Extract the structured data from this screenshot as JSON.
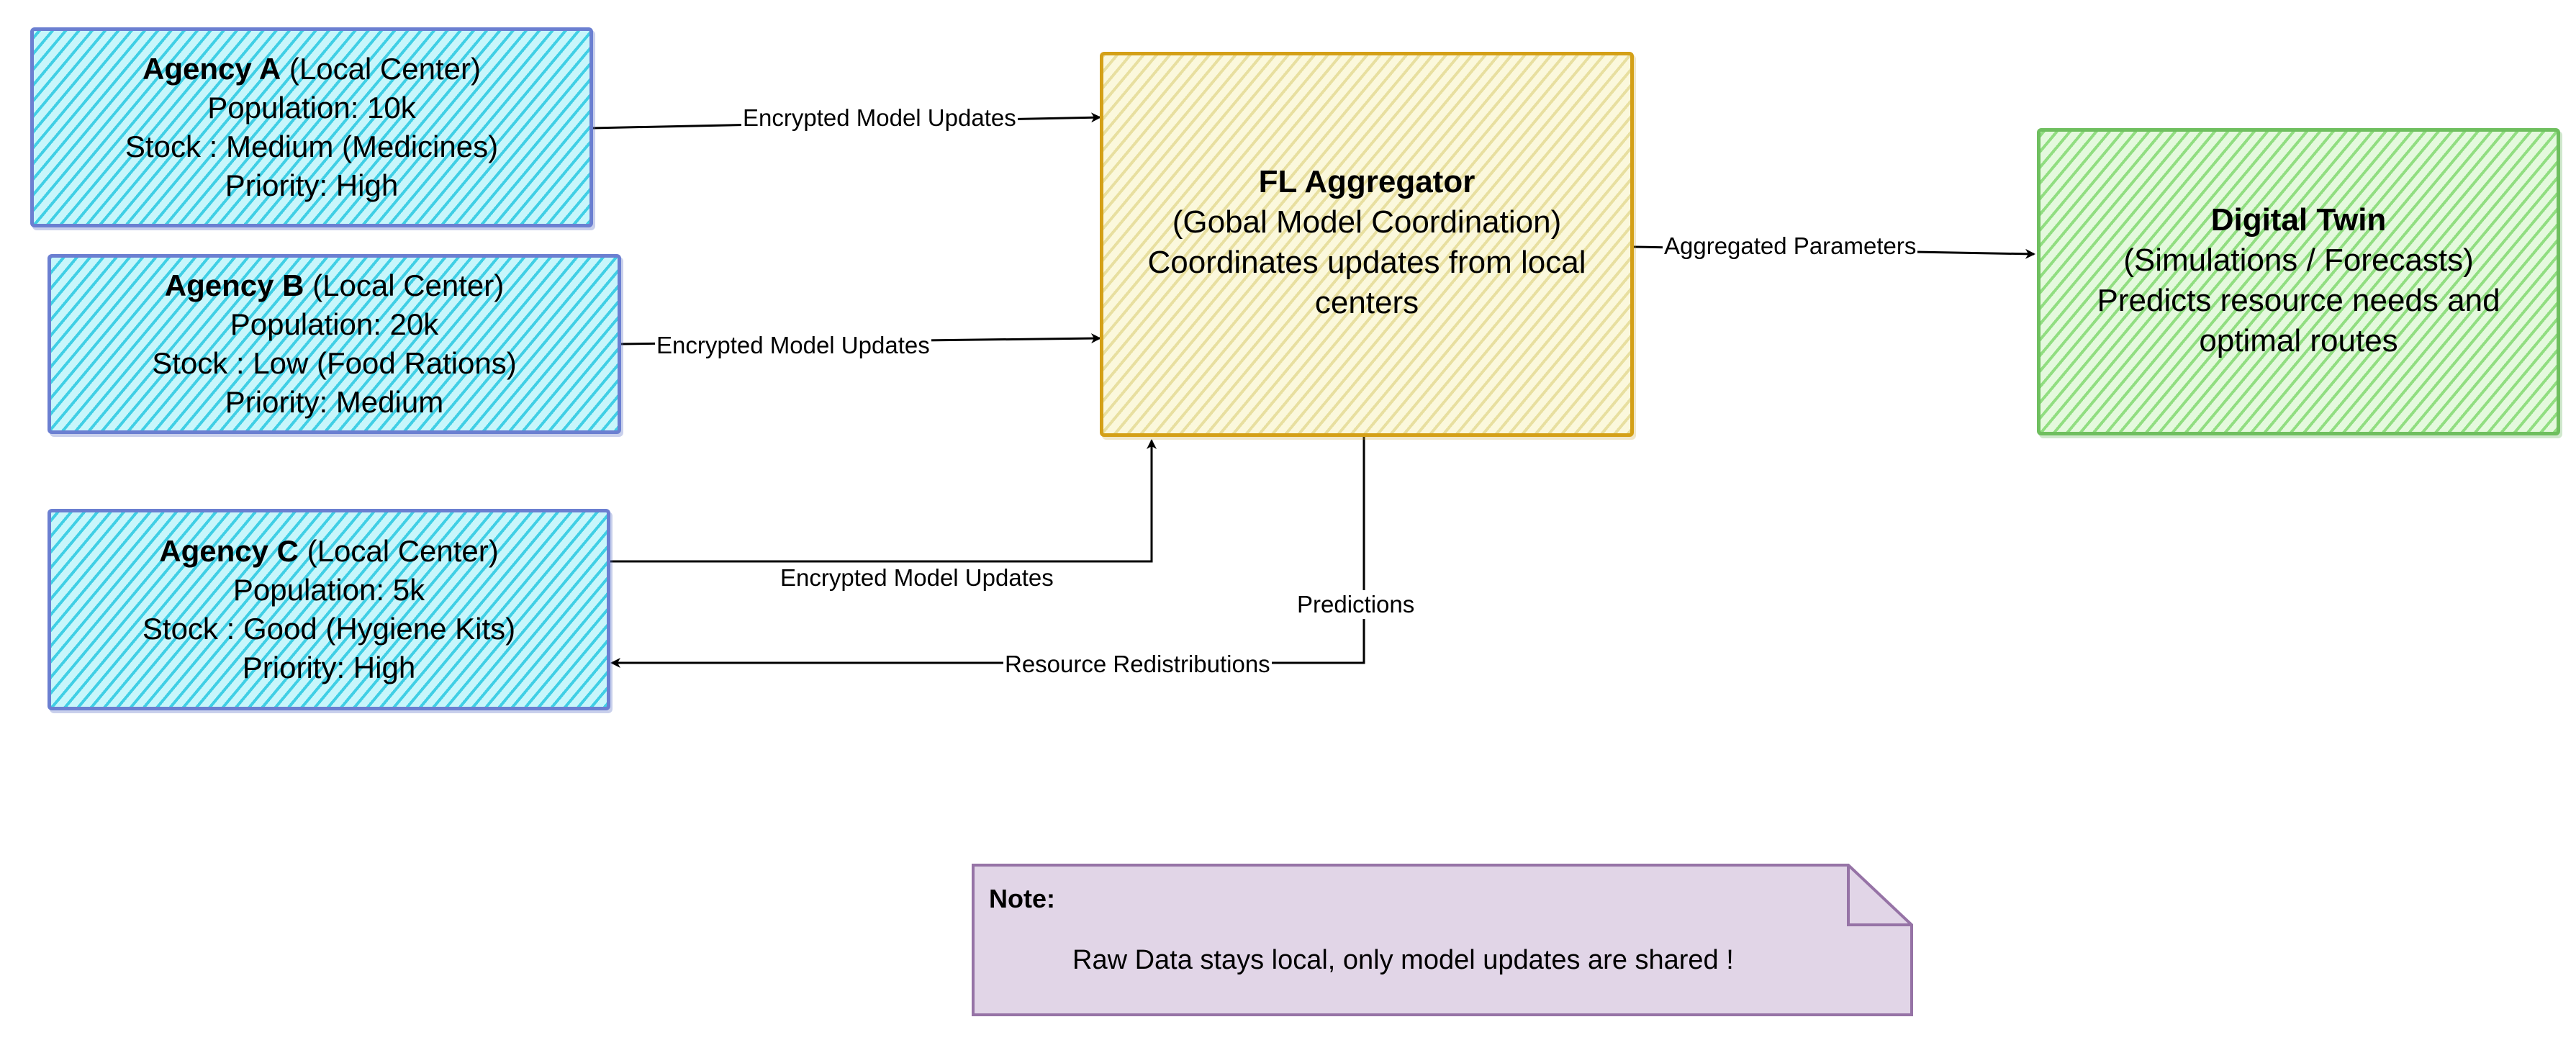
{
  "agencies": [
    {
      "name": "Agency A",
      "role": "(Local Center)",
      "population": "Population:  10k",
      "stock": "Stock : Medium (Medicines)",
      "priority": "Priority: High"
    },
    {
      "name": "Agency B",
      "role": "(Local Center)",
      "population": "Population:  20k",
      "stock": "Stock : Low (Food Rations)",
      "priority": "Priority: Medium"
    },
    {
      "name": "Agency C",
      "role": "(Local Center)",
      "population": "Population:  5k",
      "stock": "Stock : Good (Hygiene Kits)",
      "priority": "Priority: High"
    }
  ],
  "aggregator": {
    "title": "FL Aggregator",
    "subtitle": "(Gobal Model Coordination)",
    "description": "Coordinates updates from local centers"
  },
  "digital_twin": {
    "title": "Digital Twin",
    "subtitle": "(Simulations / Forecasts)",
    "description": "Predicts resource needs and optimal routes"
  },
  "edges": {
    "a_to_agg": "Encrypted Model Updates",
    "b_to_agg": "Encrypted Model Updates",
    "c_to_agg": "Encrypted Model Updates",
    "agg_to_twin": "Aggregated Parameters",
    "predictions": "Predictions",
    "redistribution": "Resource Redistributions"
  },
  "note": {
    "title": "Note:",
    "body": "Raw Data stays local, only model updates are shared !"
  },
  "colors": {
    "agency_border": "#6b7fd1",
    "agency_hatch": "#28c8e1",
    "aggregator_border": "#d4a017",
    "aggregator_fill": "#fbf8dc",
    "twin_border": "#6fbf5f",
    "twin_hatch": "#6ed25a",
    "note_fill": "#e1d5e7",
    "note_border": "#9673a6"
  }
}
